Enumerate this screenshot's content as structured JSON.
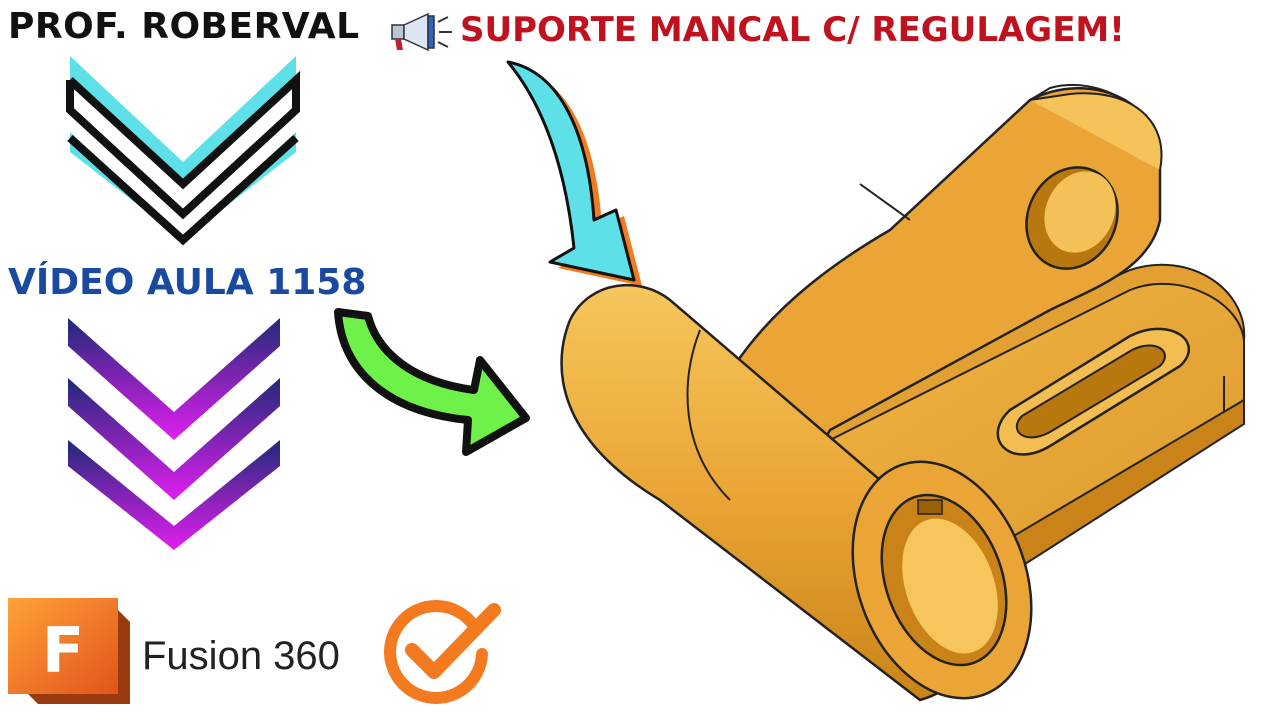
{
  "header": {
    "author": "PROF. ROBERVAL",
    "megaphone_icon": "megaphone-icon",
    "title": "SUPORTE MANCAL C/ REGULAGEM!"
  },
  "lesson": {
    "label": "VÍDEO AULA 1158"
  },
  "brand": {
    "logo_letter": "F",
    "name": "Fusion 360",
    "check_icon": "check-circle-icon"
  },
  "colors": {
    "headline": "#c0111f",
    "lesson": "#1a4aa0",
    "part": "#eaa536",
    "cyan": "#5ee0e8",
    "green": "#6ef24a",
    "orange": "#f47a1f"
  }
}
